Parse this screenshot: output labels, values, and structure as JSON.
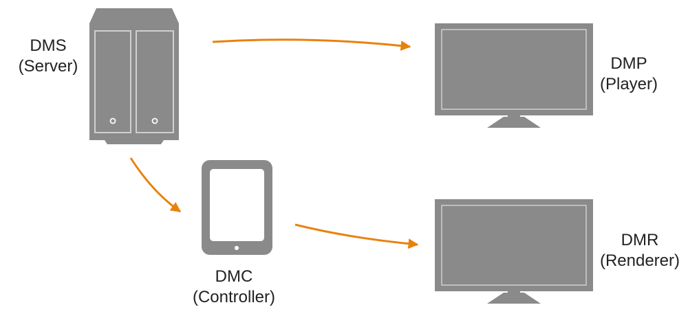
{
  "colors": {
    "device": "#8a8a8a",
    "device_line": "#d0d0d0",
    "arrow": "#e8820c",
    "text": "#222222"
  },
  "nodes": {
    "dms": {
      "name": "DMS",
      "role": "(Server)",
      "icon": "nas-server-icon"
    },
    "dmp": {
      "name": "DMP",
      "role": "(Player)",
      "icon": "monitor-icon"
    },
    "dmc": {
      "name": "DMC",
      "role": "(Controller)",
      "icon": "tablet-icon"
    },
    "dmr": {
      "name": "DMR",
      "role": "(Renderer)",
      "icon": "monitor-icon"
    }
  },
  "edges": [
    {
      "from": "DMS",
      "to": "DMP"
    },
    {
      "from": "DMS",
      "to": "DMC"
    },
    {
      "from": "DMC",
      "to": "DMR"
    }
  ]
}
